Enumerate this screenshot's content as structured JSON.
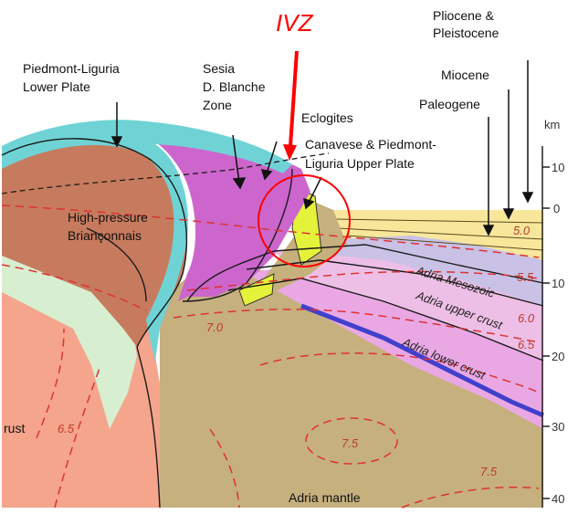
{
  "annotation": {
    "ivz": "IVZ"
  },
  "labels": {
    "plio_line1": "Pliocene &",
    "plio_line2": "Pleistocene",
    "miocene": "Miocene",
    "paleogene": "Paleogene",
    "pl_lower1": "Piedmont-Liguria",
    "pl_lower2": "Lower Plate",
    "sesia1": "Sesia",
    "sesia2": "D. Blanche",
    "sesia3": "Zone",
    "eclogites": "Eclogites",
    "canavese1": "Canavese & Piedmont-",
    "canavese2": "Liguria Upper Plate",
    "hp1": "High-pressure",
    "hp2": "Briançonnais",
    "crust": "rust",
    "adria_mesozoic": "Adria Mesozoic",
    "adria_upper": "Adria upper crust",
    "adria_lower": "Adria lower crust",
    "adria_mantle": "Adria mantle"
  },
  "depth_axis": {
    "unit": "km",
    "ticks": [
      "10",
      "0",
      "10",
      "20",
      "30",
      "40"
    ]
  },
  "velocities": {
    "v50": "5.0",
    "v55": "5.5",
    "v60": "6.0",
    "v65a": "6.5",
    "v65b": "6.5",
    "v70": "7.0",
    "v75a": "7.5",
    "v75b": "7.5"
  },
  "colors": {
    "frame": "#222222",
    "highlight": "#ff0000",
    "lower_plate": "#6fd3d6",
    "sesia": "#cc66cc",
    "briançonnais": "#c77b5e",
    "european_crust": "#f4a58c",
    "pale_green": "#d7efd0",
    "adria_mantle": "#c6b07e",
    "adria_lower_crust": "#e9a8e3",
    "adria_upper_crust": "#eebfe6",
    "adria_mesozoic": "#c9c2e6",
    "sediments": "#f8e79b",
    "yellow_green": "#e5f23a",
    "lower_crust_boundary": "#4040cc"
  }
}
